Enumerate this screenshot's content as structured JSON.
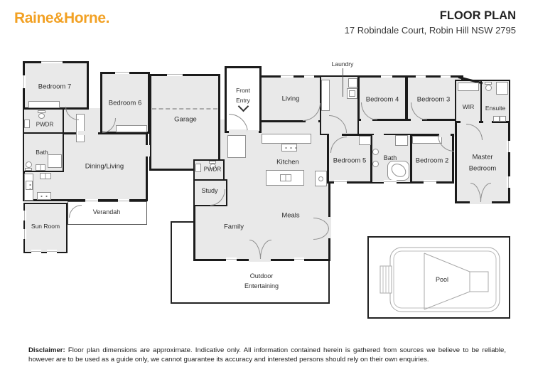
{
  "brand": {
    "logo_text": "Raine&Horne.",
    "logo_color": "#F2A124"
  },
  "header": {
    "title": "FLOOR PLAN",
    "address": "17 Robindale Court, Robin Hill NSW 2795"
  },
  "rooms": {
    "bedroom7": "Bedroom 7",
    "bedroom6": "Bedroom 6",
    "pwdr_a": "PWDR",
    "bath_a": "Bath",
    "dining_living": "Dining/Living",
    "verandah": "Verandah",
    "sun_room": "Sun Room",
    "garage": "Garage",
    "front_entry_line1": "Front",
    "front_entry_line2": "Entry",
    "living": "Living",
    "laundry": "Laundry",
    "bedroom4": "Bedroom 4",
    "bedroom3": "Bedroom 3",
    "wir": "WIR",
    "ensuite": "Ensuite",
    "kitchen": "Kitchen",
    "bedroom5": "Bedroom 5",
    "bath_b": "Bath",
    "bedroom2": "Bedroom 2",
    "master_line1": "Master",
    "master_line2": "Bedroom",
    "pwdr_b": "PWDR",
    "study": "Study",
    "meals": "Meals",
    "family": "Family",
    "outdoor_line1": "Outdoor",
    "outdoor_line2": "Entertaining",
    "pool": "Pool"
  },
  "disclaimer": {
    "label": "Disclaimer:",
    "text": " Floor plan dimensions are approximate. Indicative only. All information contained herein is gathered from sources we believe to be reliable, however are to be used as a guide only, we cannot guarantee its accuracy and interested persons should rely on their own enquiries."
  },
  "colors": {
    "wall": "#1b1b1b",
    "floor_fill": "#e9e9e9",
    "accent_orange": "#F2A124"
  }
}
